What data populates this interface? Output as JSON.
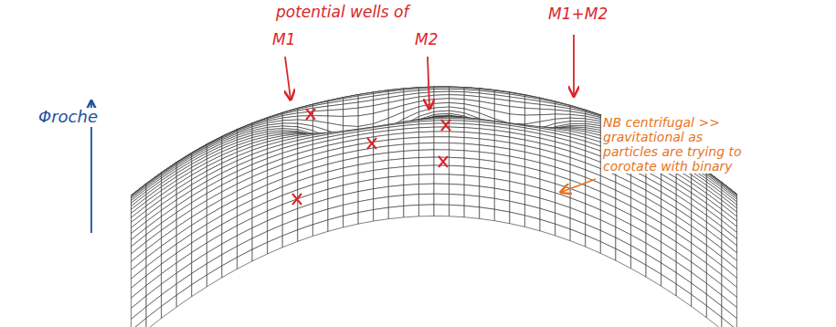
{
  "diagram": {
    "labels": [
      "potential wells of",
      "M1",
      "M2",
      "M1+M2",
      "Φroche",
      "NB centrifugal >> gravitational as particles are trying to corotate with binary"
    ]
  }
}
